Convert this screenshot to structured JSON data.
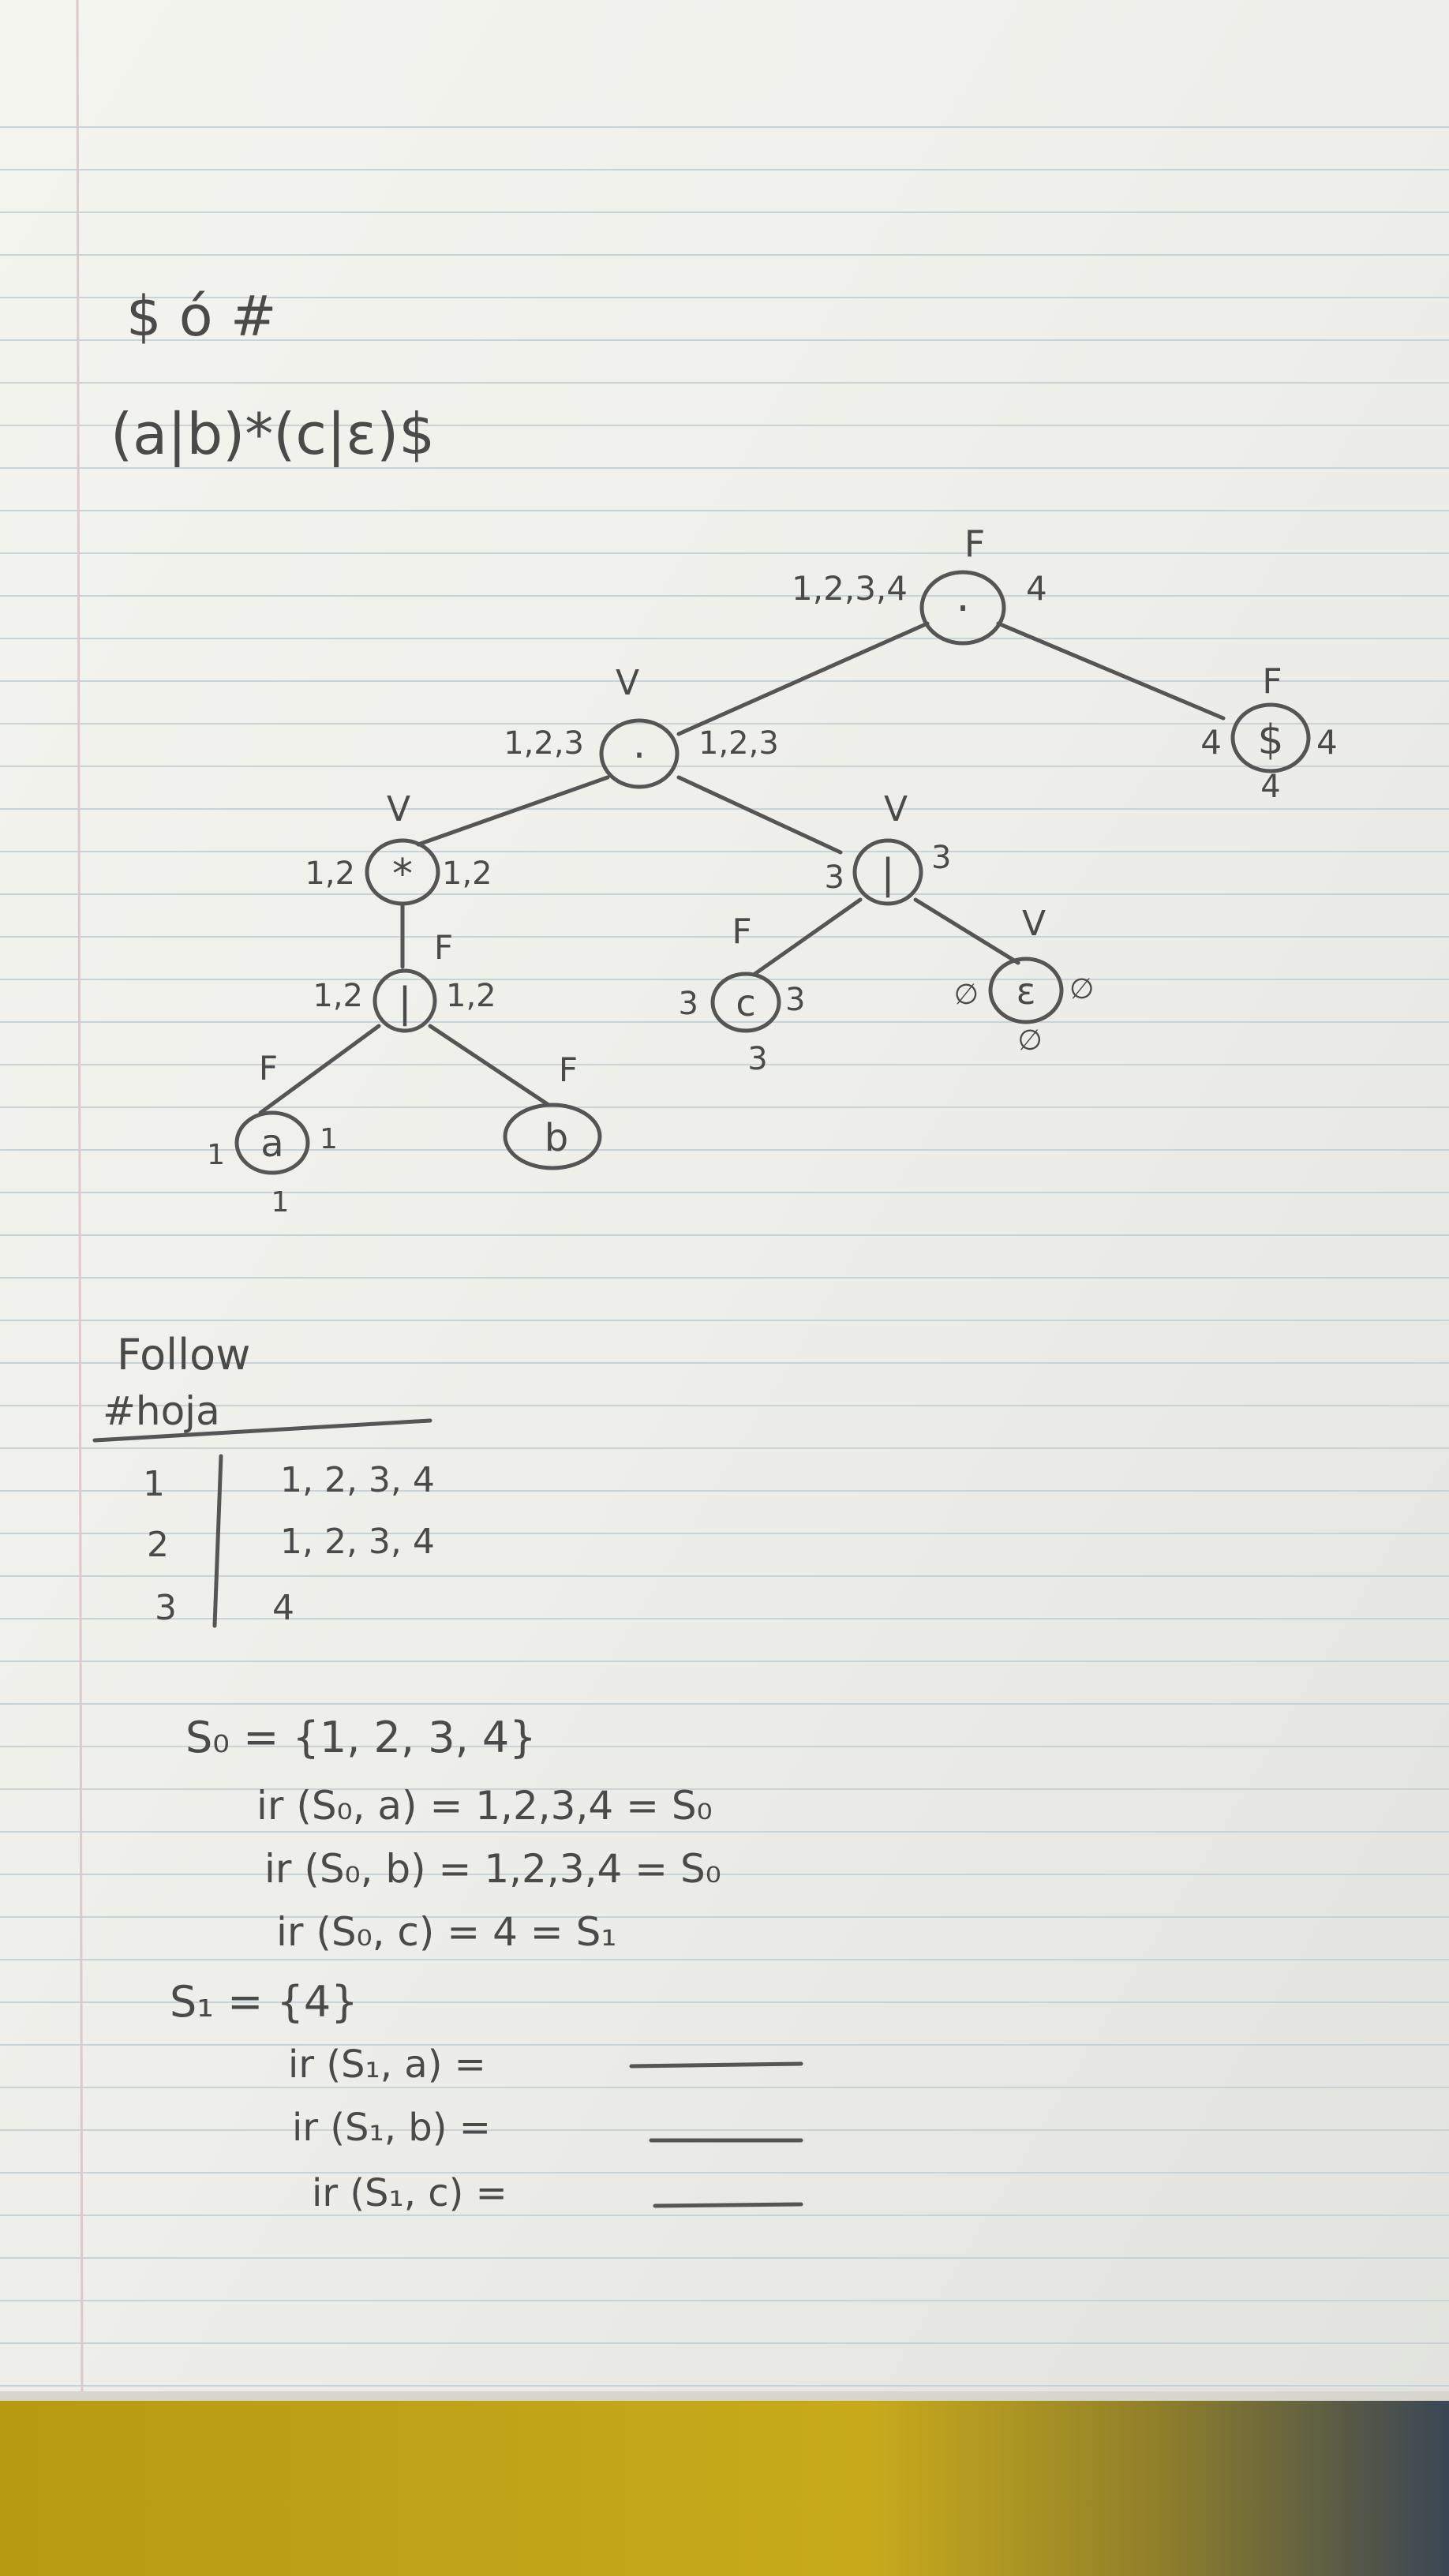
{
  "notes": {
    "header": {
      "line1": "$ ó #",
      "line2": "(a|b)*(c|ε)$"
    },
    "tree": {
      "nodes": [
        {
          "id": "root",
          "symbol": "·",
          "flag": "F",
          "first": "1,2,3,4",
          "last": "4"
        },
        {
          "id": "dollar",
          "symbol": "$",
          "flag": "F",
          "first": "4",
          "last": "4",
          "pos": "4"
        },
        {
          "id": "cat2",
          "symbol": "·",
          "flag": "V",
          "first": "1,2,3",
          "last": "1,2,3"
        },
        {
          "id": "star",
          "symbol": "*",
          "flag": "V",
          "first": "1,2",
          "last": "1,2"
        },
        {
          "id": "or1",
          "symbol": "|",
          "flag": "F",
          "first": "1,2",
          "last": "1,2"
        },
        {
          "id": "a",
          "symbol": "a",
          "flag": "F",
          "first": "1",
          "last": "1",
          "pos": "1"
        },
        {
          "id": "b",
          "symbol": "b",
          "flag": "F",
          "first": "",
          "last": "",
          "pos": ""
        },
        {
          "id": "or2",
          "symbol": "|",
          "flag": "V",
          "first": "3",
          "last": "3"
        },
        {
          "id": "c",
          "symbol": "c",
          "flag": "F",
          "first": "3",
          "last": "3",
          "pos": "3"
        },
        {
          "id": "eps",
          "symbol": "ε",
          "flag": "V",
          "first": "∅",
          "last": "∅",
          "pos": "∅"
        }
      ]
    },
    "follow": {
      "title": "Follow",
      "col_header": "#hoja",
      "rows": [
        {
          "leaf": "1",
          "follow": "1, 2, 3, 4"
        },
        {
          "leaf": "2",
          "follow": "1, 2, 3, 4"
        },
        {
          "leaf": "3",
          "follow": "4"
        }
      ]
    },
    "states": {
      "s0": "S₀ = {1, 2, 3, 4}",
      "s0_a": "ir (S₀, a) = 1,2,3,4 = S₀",
      "s0_b": "ir (S₀, b) = 1,2,3,4 = S₀",
      "s0_c": "ir (S₀, c) = 4 = S₁",
      "s1": "S₁ = {4}",
      "s1_a": "ir (S₁, a) =",
      "s1_b": "ir (S₁, b) =",
      "s1_c": "ir (S₁, c) ="
    }
  }
}
